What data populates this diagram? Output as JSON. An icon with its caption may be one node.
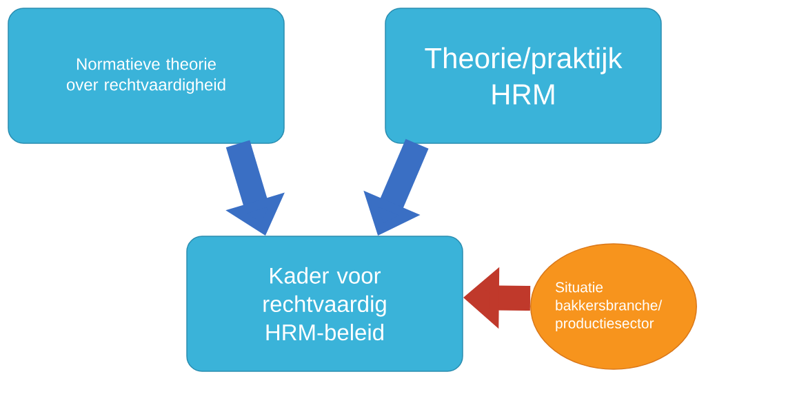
{
  "diagram": {
    "nodes": [
      {
        "text": [
          "Normatieve theorie over rechtvaardigheid"
        ]
      },
      {
        "text": [
          "Theorie/praktijk HRM"
        ]
      },
      {
        "text": [
          "Kader voor rechtvaardig HRM-beleid"
        ]
      },
      {
        "text": [
          "Situatie bakkersbranche/ productiesector"
        ]
      }
    ],
    "edges": [
      {
        "from": 0,
        "to": 2,
        "arrow": "to"
      },
      {
        "from": 1,
        "to": 2,
        "arrow": "to"
      },
      {
        "from": 3,
        "to": 2,
        "arrow": "to",
        "color": "#c0392b"
      }
    ]
  }
}
